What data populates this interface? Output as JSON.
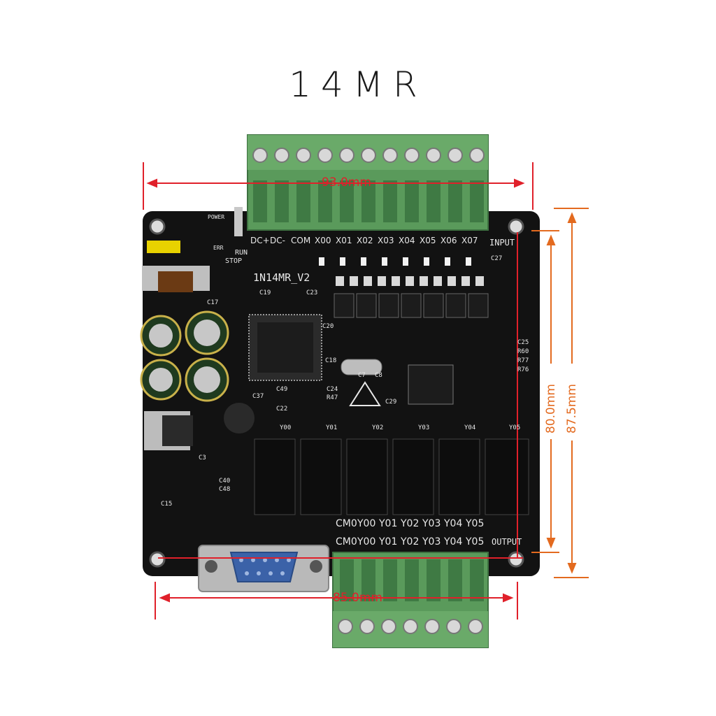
{
  "title": "14MR",
  "dimensions": {
    "width_top": "93.0mm",
    "width_bottom": "85.0mm",
    "height_inner": "80.0mm",
    "height_outer": "87.5mm"
  },
  "board": {
    "model": "1N14MR_V2",
    "input_header": "INPUT",
    "output_header": "OUTPUT",
    "power_label": "POWER",
    "err_label": "ERR",
    "run_label": "RUN",
    "stop_label": "STOP",
    "input_terminals": [
      "DC+",
      "DC-",
      "COM",
      "X00",
      "X01",
      "X02",
      "X03",
      "X04",
      "X05",
      "X06",
      "X07"
    ],
    "output_terminals": [
      "CM0",
      "Y00",
      "Y01",
      "Y02",
      "Y03",
      "Y04",
      "Y05"
    ],
    "relay_labels": [
      "Y00",
      "Y01",
      "Y02",
      "Y03",
      "Y04",
      "Y05"
    ],
    "component_labels": [
      "C19",
      "C23",
      "C20",
      "C18",
      "C7",
      "C8",
      "C49",
      "C24",
      "C37",
      "C22",
      "R47",
      "C29",
      "C27",
      "C25",
      "R60",
      "R77",
      "R76",
      "C17",
      "C15",
      "C40",
      "C48",
      "C3"
    ]
  },
  "colors": {
    "dimension_line": "#e36a1f",
    "board": "#121212",
    "terminal_green": "#5a9a5b",
    "measure_line": "#e0202a"
  }
}
